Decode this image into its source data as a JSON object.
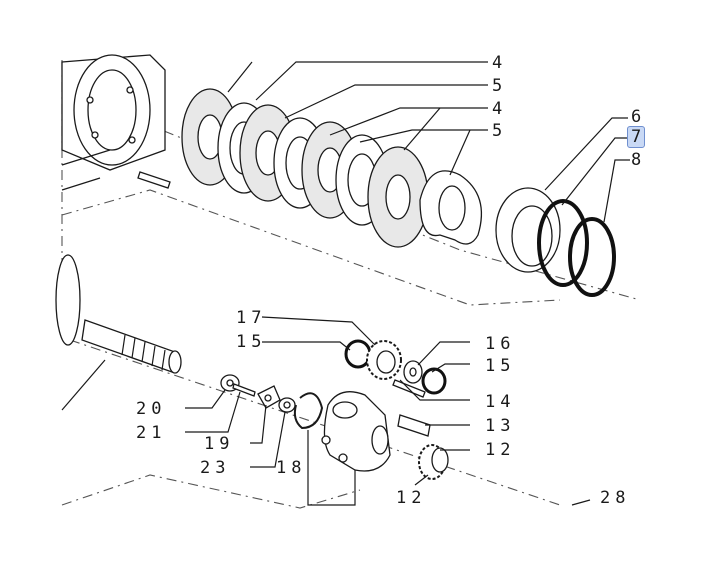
{
  "diagram": {
    "callouts": [
      {
        "id": "c4a",
        "text": "4"
      },
      {
        "id": "c5a",
        "text": "5"
      },
      {
        "id": "c4b",
        "text": "4"
      },
      {
        "id": "c5b",
        "text": "5"
      },
      {
        "id": "c6",
        "text": "6"
      },
      {
        "id": "c7",
        "text": "7",
        "highlighted": true
      },
      {
        "id": "c8",
        "text": "8"
      },
      {
        "id": "c17",
        "text": "17"
      },
      {
        "id": "c15a",
        "text": "15"
      },
      {
        "id": "c16",
        "text": "16"
      },
      {
        "id": "c15b",
        "text": "15"
      },
      {
        "id": "c14",
        "text": "14"
      },
      {
        "id": "c13",
        "text": "13"
      },
      {
        "id": "c12a",
        "text": "12"
      },
      {
        "id": "c20",
        "text": "20"
      },
      {
        "id": "c21",
        "text": "21"
      },
      {
        "id": "c19",
        "text": "19"
      },
      {
        "id": "c23",
        "text": "23"
      },
      {
        "id": "c18",
        "text": "18"
      },
      {
        "id": "c12b",
        "text": "12"
      },
      {
        "id": "c28",
        "text": "28"
      }
    ],
    "highlight_color": "#c9d9f5"
  }
}
